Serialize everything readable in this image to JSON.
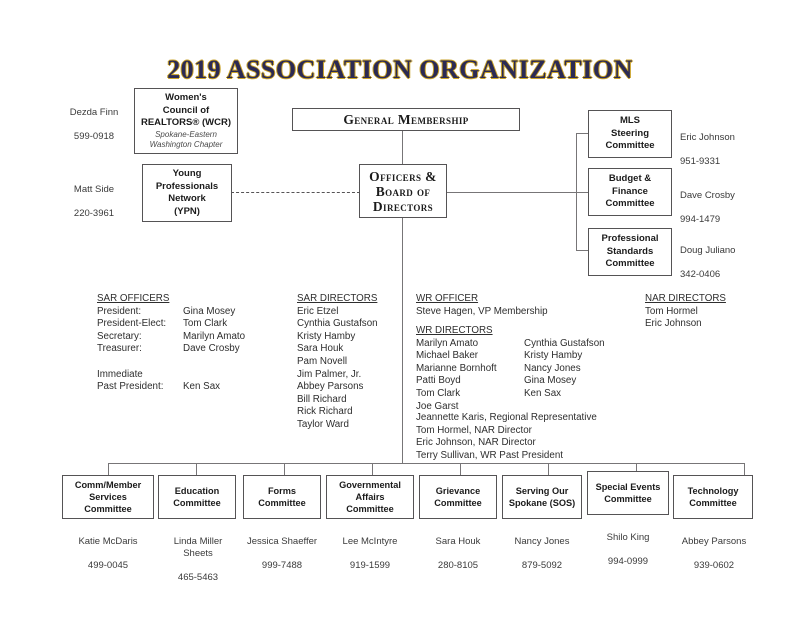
{
  "title": "2019 ASSOCIATION ORGANIZATION",
  "boxes": {
    "wcr": {
      "line1": "Women's",
      "line2": "Council of",
      "line3": "REALTORS® (WCR)",
      "sub1": "Spokane-Eastern",
      "sub2": "Washington Chapter",
      "contact_name": "Dezda Finn",
      "contact_phone": "599-0918"
    },
    "ypn": {
      "line1": "Young",
      "line2": "Professionals",
      "line3": "Network",
      "line4": "(YPN)",
      "contact_name": "Matt Side",
      "contact_phone": "220-3961"
    },
    "general_membership": {
      "label": "General Membership"
    },
    "officers_board": {
      "line1": "Officers &",
      "line2": "Board of",
      "line3": "Directors"
    },
    "mls_steering": {
      "line1": "MLS",
      "line2": "Steering",
      "line3": "Committee",
      "contact_name": "Eric Johnson",
      "contact_phone": "951-9331"
    },
    "budget_finance": {
      "line1": "Budget &",
      "line2": "Finance",
      "line3": "Committee",
      "contact_name": "Dave Crosby",
      "contact_phone": "994-1479"
    },
    "professional_standards": {
      "line1": "Professional",
      "line2": "Standards",
      "line3": "Committee",
      "contact_name": "Doug Juliano",
      "contact_phone": "342-0406"
    }
  },
  "rosters": {
    "sar_officers": {
      "heading": "SAR OFFICERS",
      "rows": [
        {
          "label": "President:",
          "name": "Gina Mosey"
        },
        {
          "label": "President-Elect:",
          "name": "Tom Clark"
        },
        {
          "label": "Secretary:",
          "name": "Marilyn Amato"
        },
        {
          "label": "Treasurer:",
          "name": "Dave Crosby"
        }
      ],
      "immediate_label": "Immediate",
      "past_label": "Past President:",
      "past_name": "Ken Sax"
    },
    "sar_directors": {
      "heading": "SAR DIRECTORS",
      "names": [
        "Eric Etzel",
        "Cynthia Gustafson",
        "Kristy Hamby",
        "Sara Houk",
        "Pam Novell",
        "Jim Palmer, Jr.",
        "Abbey Parsons",
        "Bill Richard",
        "Rick Richard",
        "Taylor Ward"
      ]
    },
    "wr_officer": {
      "heading": "WR OFFICER",
      "name": "Steve Hagen, VP Membership"
    },
    "wr_directors": {
      "heading": "WR DIRECTORS",
      "column1": [
        "Marilyn Amato",
        "Michael Baker",
        "Marianne Bornhoft",
        "Patti Boyd",
        "Tom Clark",
        "Joe Garst"
      ],
      "column2": [
        "Cynthia Gustafson",
        "Kristy Hamby",
        "Nancy Jones",
        "Gina Mosey",
        "Ken Sax"
      ]
    },
    "representatives": [
      "Jeannette Karis, Regional Representative",
      "Tom Hormel, NAR Director",
      "Eric Johnson, NAR Director",
      "Terry Sullivan, WR Past President"
    ],
    "nar_directors": {
      "heading": "NAR DIRECTORS",
      "names": [
        "Tom Hormel",
        "Eric Johnson"
      ]
    }
  },
  "committees": [
    {
      "line1": "Comm/Member",
      "line2": "Services",
      "line3": "Committee",
      "contact_name": "Katie McDaris",
      "contact_phone": "499-0045"
    },
    {
      "line1": "Education",
      "line2": "Committee",
      "line3": "",
      "contact_name": "Linda Miller\nSheets",
      "contact_phone": "465-5463"
    },
    {
      "line1": "Forms",
      "line2": "Committee",
      "line3": "",
      "contact_name": "Jessica Shaeffer",
      "contact_phone": "999-7488"
    },
    {
      "line1": "Governmental",
      "line2": "Affairs",
      "line3": "Committee",
      "contact_name": "Lee McIntyre",
      "contact_phone": "919-1599"
    },
    {
      "line1": "Grievance",
      "line2": "Committee",
      "line3": "",
      "contact_name": "Sara Houk",
      "contact_phone": "280-8105"
    },
    {
      "line1": "Serving Our",
      "line2": "Spokane (SOS)",
      "line3": "",
      "contact_name": "Nancy Jones",
      "contact_phone": "879-5092"
    },
    {
      "line1": "Special Events",
      "line2": "Committee",
      "line3": "",
      "contact_name": "Shilo King",
      "contact_phone": "994-0999"
    },
    {
      "line1": "Technology",
      "line2": "Committee",
      "line3": "",
      "contact_name": "Abbey Parsons",
      "contact_phone": "939-0602"
    }
  ],
  "colors": {
    "title": "#2b2a54",
    "title_outline": "#c9a227",
    "box_border": "#555355",
    "line": "#777577",
    "text": "#2e2e2e"
  }
}
